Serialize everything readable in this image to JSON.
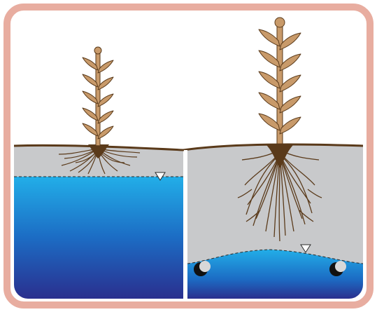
{
  "colors": {
    "frame": "#e8ada0",
    "sky": "#ffffff",
    "soil": "#c8c9cb",
    "soil_line": "#5a3a1a",
    "root": "#5a3a1a",
    "plant": "#c89a6a",
    "plant_outline": "#5a3a1a",
    "water_top": "#22aee8",
    "water_bottom": "#2a2f8e",
    "water_table_line": "#2a2a2a",
    "drain_dark": "#111111",
    "drain_light": "#d8d8d8"
  },
  "icons": {
    "water_table_marker": "inverted-triangle",
    "drain_pipe": "circle-pipe"
  },
  "panels": [
    {
      "id": "left",
      "water_table": "high",
      "roots": "shallow"
    },
    {
      "id": "right",
      "water_table": "drained",
      "roots": "deep",
      "drains": 2
    }
  ]
}
